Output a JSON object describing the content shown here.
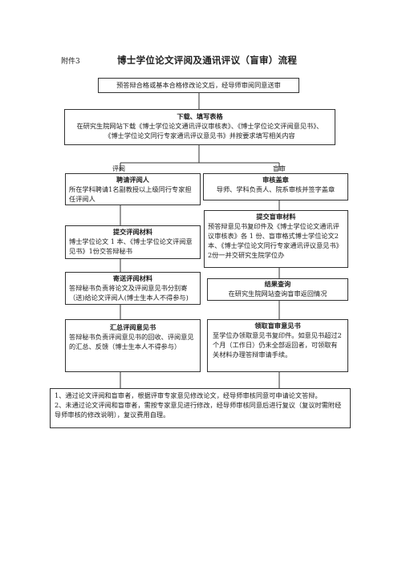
{
  "header": {
    "attachment_label": "附件3",
    "title": "博士学位论文评阅及通讯评议（盲审）流程"
  },
  "steps": {
    "start": {
      "text": "预答辩合格或基本合格修改论文后，经导师审阅同意送审"
    },
    "download": {
      "title": "下载、填写表格",
      "line1": "在研究生院网站下载《博士学位论文通讯评议审核表》、《博士学位论文评阅意见书》、",
      "line2": "《博士学位论文同行专家通讯评议意见书》并按要求填写相关内容"
    },
    "branch_left": "评阅",
    "branch_right": "盲审",
    "hire": {
      "title": "聘请评阅人",
      "text": "所在学科聘请1名副教授以上级同行专家担任评阅人"
    },
    "review": {
      "title": "审核盖章",
      "text": "导师、学科负责人、院系审核并签字盖章"
    },
    "submit_review": {
      "title": "提交评阅材料",
      "text": "博士学位论文 1 本、《博士学位论文评阅意见书》1份交答辩秘书"
    },
    "submit_blind": {
      "title": "提交盲审材料",
      "text": "预答辩意见书复印件及《博士学位论文通讯评议审核表》各 1 份、盲审格式博士学位论文2本、《博士学位论文同行专家通讯评议意见书》2份一并交研究生院学位办"
    },
    "send": {
      "title": "寄送评阅材料",
      "text": "答辩秘书负责将论文及评阅意见书分别寄（送)给论文评阅人(博士生本人不得参与)"
    },
    "result": {
      "title": "结果查询",
      "text": "在研究生院网站查询盲审返回情况"
    },
    "collect": {
      "title": "汇总评阅意见书",
      "text": "答辩秘书负责评阅意见书的回收、评阅意见的汇总、反馈（博士生本人不得参与）"
    },
    "receive": {
      "title": "领取盲审意见书",
      "text": "至学位办领取意见书复印件。如意见书超过2个月（工作日）仍未全部返回者，可领取有关材料办理答辩审请手续。"
    }
  },
  "notes": {
    "n1": "1、通过论文评阅和盲审者，根据评审专家意见修改论文，经导师审核同意可申请论文答辩。",
    "n2": "2、未通过论文评阅和盲审者，需按专家意见进行修改，经导师审核同意后进行复议（复议时需附经导师审核的修改说明），复议费用自理。"
  }
}
